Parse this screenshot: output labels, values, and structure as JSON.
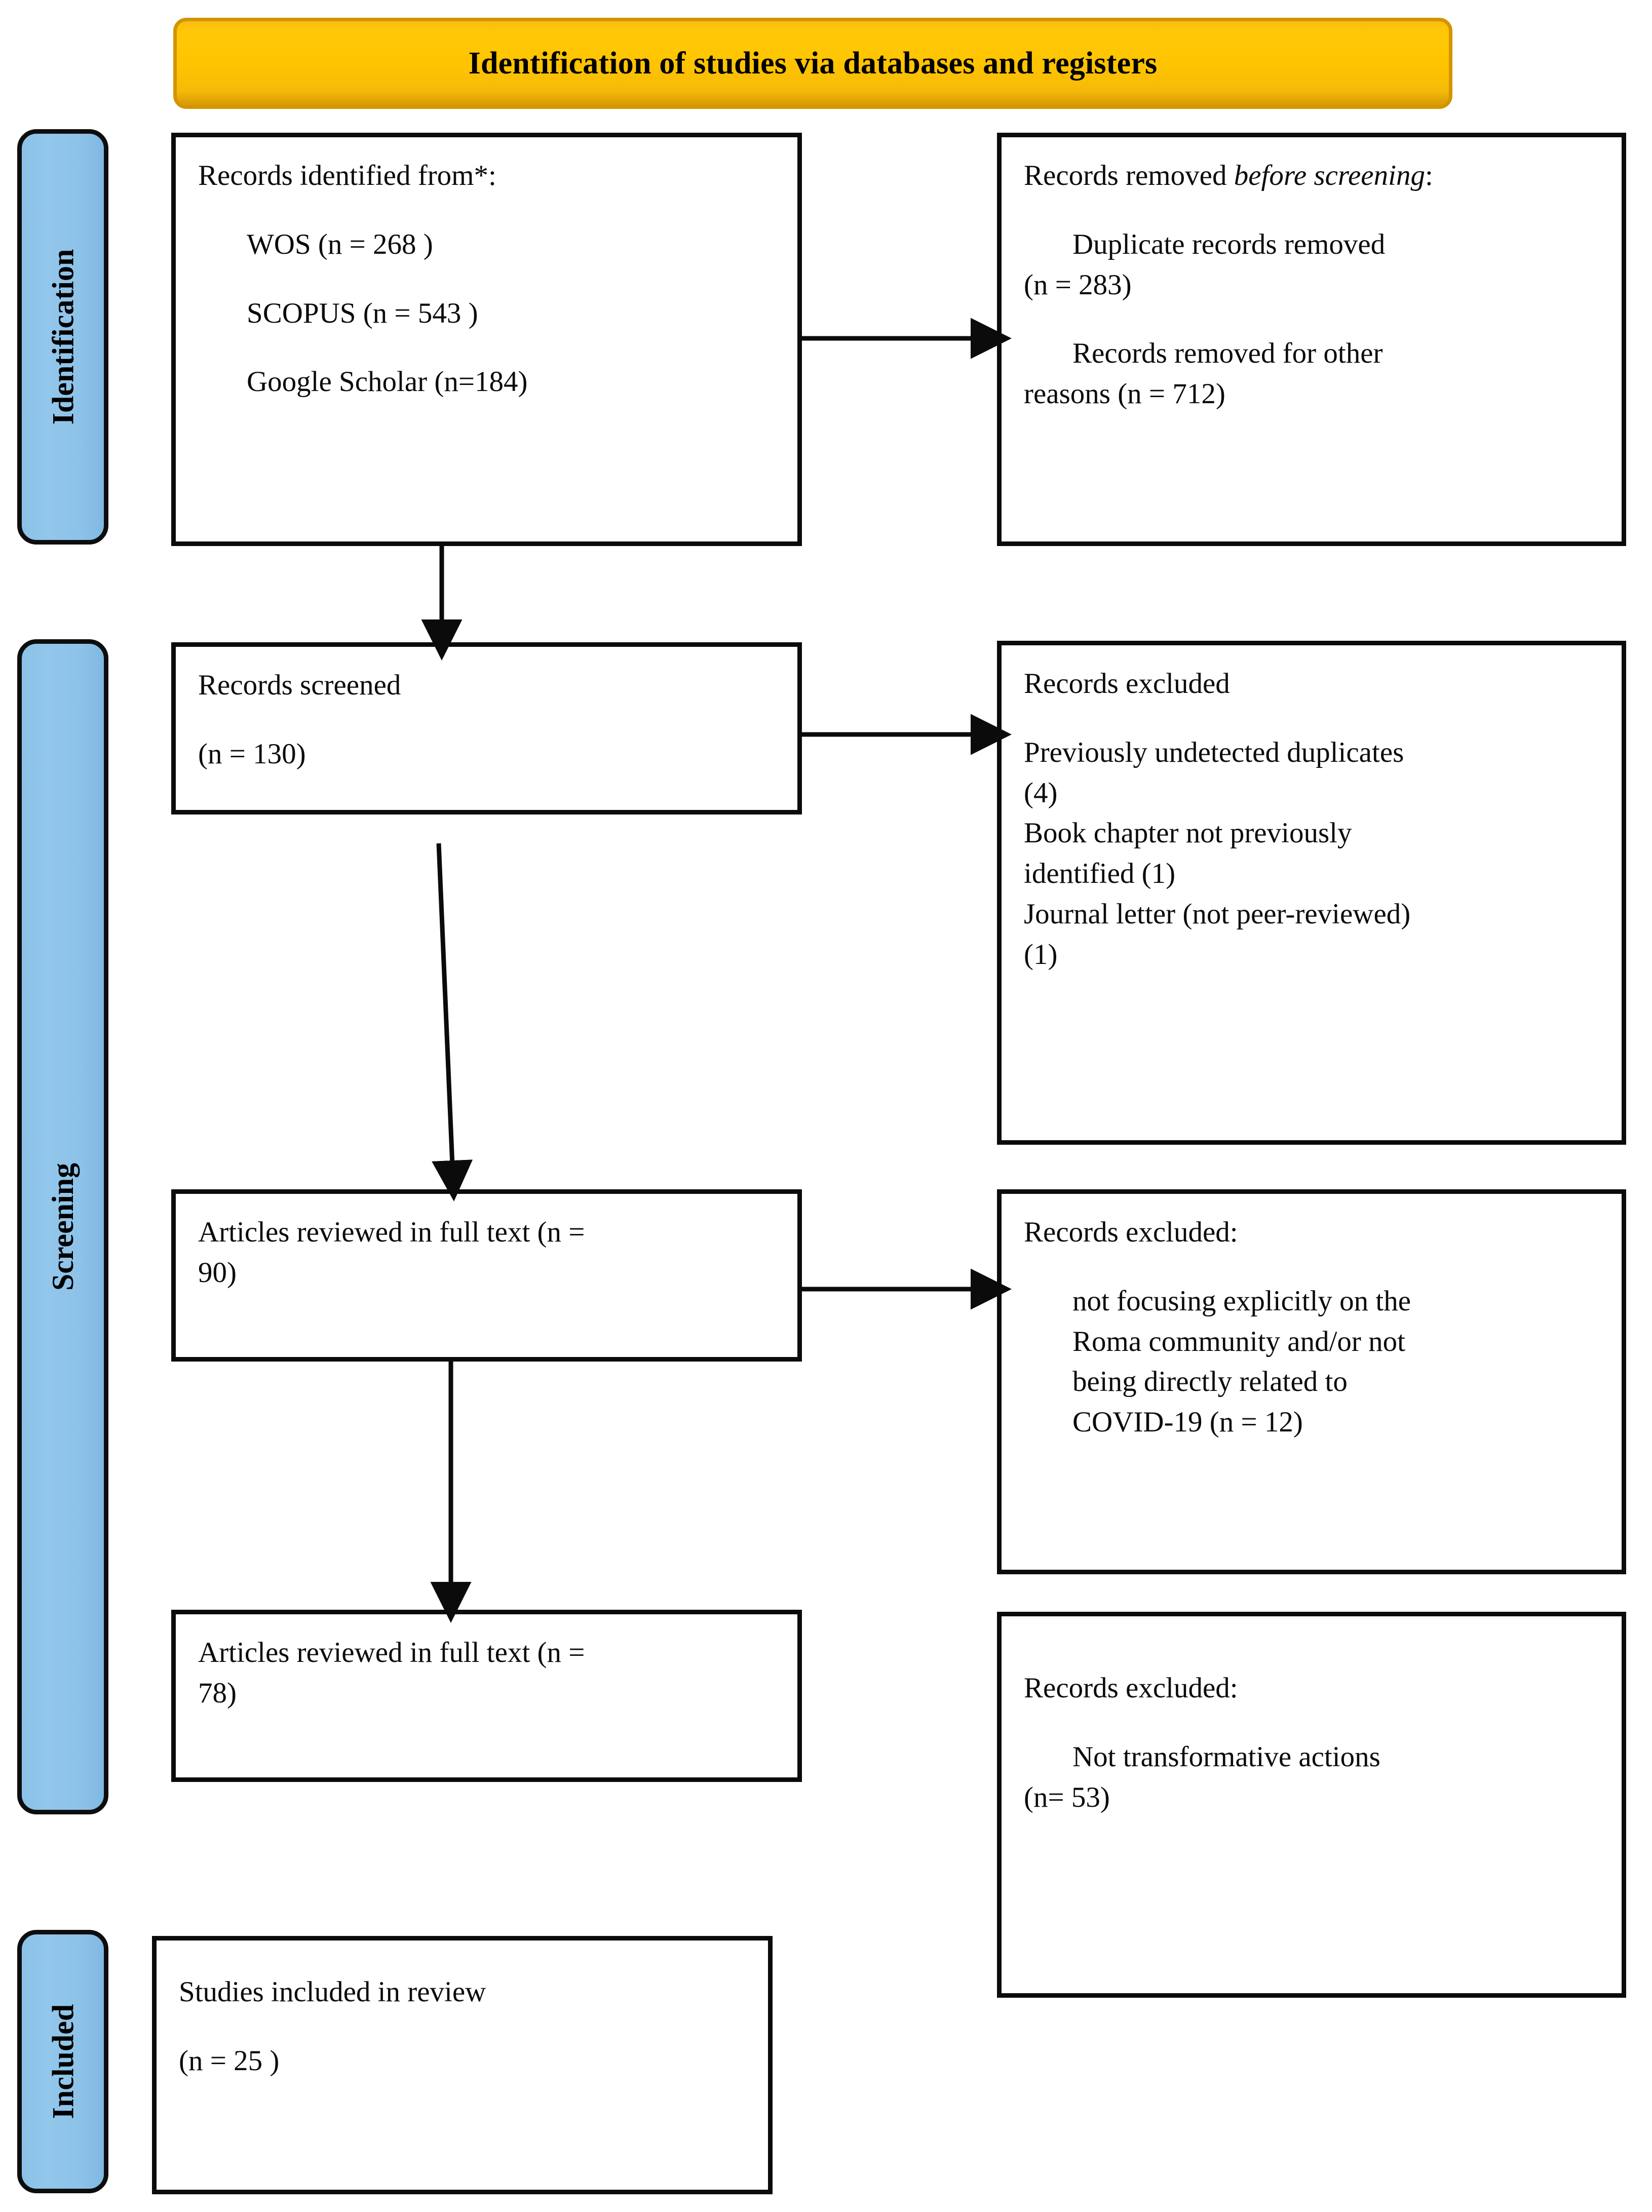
{
  "banner": {
    "title": "Identification of studies via databases and registers",
    "bg_color": "#ffc400",
    "border_color": "#d29500"
  },
  "stages": {
    "identification": "Identification",
    "screening": "Screening",
    "included": "Included",
    "tab_color": "#8cc2e8"
  },
  "boxes": {
    "identified": {
      "heading": "Records identified from*:",
      "line_wos": "WOS (n = 268 )",
      "line_scopus": "SCOPUS (n = 543 )",
      "line_scholar": "Google Scholar (n=184)"
    },
    "removed": {
      "heading_a": "Records removed ",
      "heading_b": "before screening",
      "heading_c": ":",
      "dup_line1": "Duplicate records removed",
      "dup_line2": "(n = 283)",
      "other_line1": "Records removed for other",
      "other_line2": "reasons (n = 712)"
    },
    "screened": {
      "heading": "Records screened",
      "count": "(n = 130)"
    },
    "excluded_screening": {
      "heading": "Records excluded",
      "r1_line1": "Previously undetected duplicates",
      "r1_line2": "(4)",
      "r2_line1": "Book chapter not previously",
      "r2_line2": "identified (1)",
      "r3_line1": "Journal letter (not peer-reviewed)",
      "r3_line2": "(1)"
    },
    "fulltext_90": {
      "line1": "Articles reviewed in full text (n =",
      "line2": "90)"
    },
    "excluded_fulltext": {
      "heading": "Records excluded:",
      "r_line1": "not focusing explicitly on the",
      "r_line2": "Roma community and/or not",
      "r_line3": "being directly related to",
      "r_line4": "COVID-19 (n = 12)"
    },
    "fulltext_78": {
      "line1": "Articles reviewed in full text (n =",
      "line2": "78)"
    },
    "excluded_transformative": {
      "heading": "Records excluded:",
      "r_line1": "Not transformative actions",
      "r_line2": "(n= 53)"
    },
    "included": {
      "heading": "Studies included in review",
      "count": "(n = 25 )"
    }
  },
  "chart_data": {
    "type": "diagram",
    "title": "PRISMA flow diagram — Identification of studies via databases and registers",
    "stages": [
      "Identification",
      "Screening",
      "Included"
    ],
    "nodes": [
      {
        "id": "identified",
        "stage": "Identification",
        "label": "Records identified from*",
        "counts": {
          "WOS": 268,
          "SCOPUS": 543,
          "Google Scholar": 184
        }
      },
      {
        "id": "removed",
        "stage": "Identification",
        "label": "Records removed before screening",
        "counts": {
          "Duplicate records removed": 283,
          "Records removed for other reasons": 712
        }
      },
      {
        "id": "screened",
        "stage": "Screening",
        "label": "Records screened",
        "n": 130
      },
      {
        "id": "excluded_screening",
        "stage": "Screening",
        "label": "Records excluded",
        "counts": {
          "Previously undetected duplicates": 4,
          "Book chapter not previously identified": 1,
          "Journal letter (not peer-reviewed)": 1
        }
      },
      {
        "id": "fulltext_90",
        "stage": "Screening",
        "label": "Articles reviewed in full text",
        "n": 90
      },
      {
        "id": "excluded_fulltext",
        "stage": "Screening",
        "label": "Records excluded: not focusing explicitly on the Roma community and/or not being directly related to COVID-19",
        "n": 12
      },
      {
        "id": "fulltext_78",
        "stage": "Screening",
        "label": "Articles reviewed in full text",
        "n": 78
      },
      {
        "id": "excluded_transformative",
        "stage": "Screening",
        "label": "Records excluded: Not transformative actions",
        "n": 53
      },
      {
        "id": "included",
        "stage": "Included",
        "label": "Studies included in review",
        "n": 25
      }
    ],
    "edges": [
      {
        "from": "identified",
        "to": "removed",
        "direction": "right"
      },
      {
        "from": "identified",
        "to": "screened",
        "direction": "down"
      },
      {
        "from": "screened",
        "to": "excluded_screening",
        "direction": "right"
      },
      {
        "from": "screened",
        "to": "fulltext_90",
        "direction": "down"
      },
      {
        "from": "fulltext_90",
        "to": "excluded_fulltext",
        "direction": "right"
      },
      {
        "from": "fulltext_90",
        "to": "fulltext_78",
        "direction": "down"
      }
    ]
  }
}
